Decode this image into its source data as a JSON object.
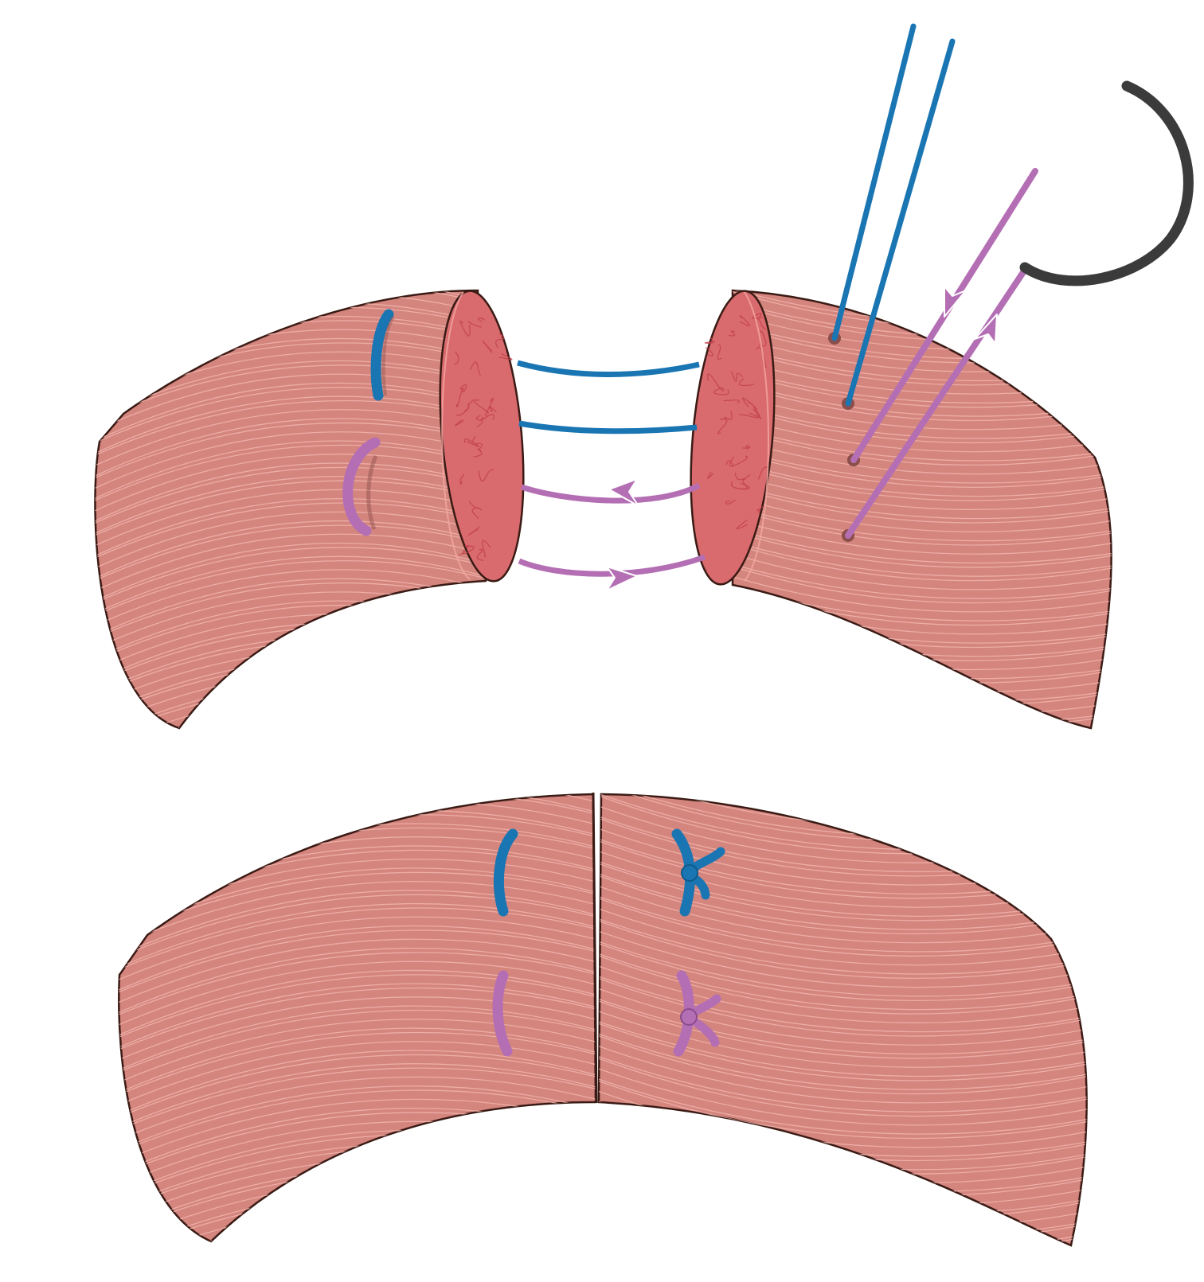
{
  "diagram": {
    "description_visible_text": [],
    "panels": [
      {
        "id": "top",
        "state": "separated",
        "labels": []
      },
      {
        "id": "bottom",
        "state": "joined",
        "labels": []
      }
    ]
  },
  "colors": {
    "background": "#ffffff",
    "muscle_side": "#d4857e",
    "muscle_end": "#d96b6e",
    "muscle_outline": "#3a1a14",
    "muscle_striation": "#f0b5ad",
    "muscle_veins": "#c2404a",
    "suture_blue": "#1a75b3",
    "suture_purple": "#b46fb4",
    "needle": "#3b3b3b"
  },
  "icons": {
    "needle": "curved-suture-needle-icon",
    "arrow": "arrowhead-icon",
    "knot": "suture-knot-icon"
  }
}
